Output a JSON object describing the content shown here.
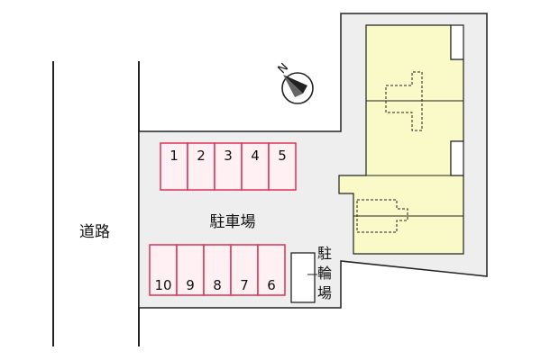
{
  "road_label": "道路",
  "parking_label": "駐車場",
  "bicycle_parking_label": [
    "駐",
    "輪",
    "場"
  ],
  "compass_label": "N",
  "parking_spaces": {
    "top_row": [
      "1",
      "2",
      "3",
      "4",
      "5"
    ],
    "bottom_row": [
      "10",
      "9",
      "8",
      "7",
      "6"
    ]
  },
  "colors": {
    "lot": "#eeeeee",
    "building": "#fafac8",
    "parking_space_fill": "#fff0f4",
    "parking_space_border": "#e0305a",
    "outline": "#222222"
  }
}
